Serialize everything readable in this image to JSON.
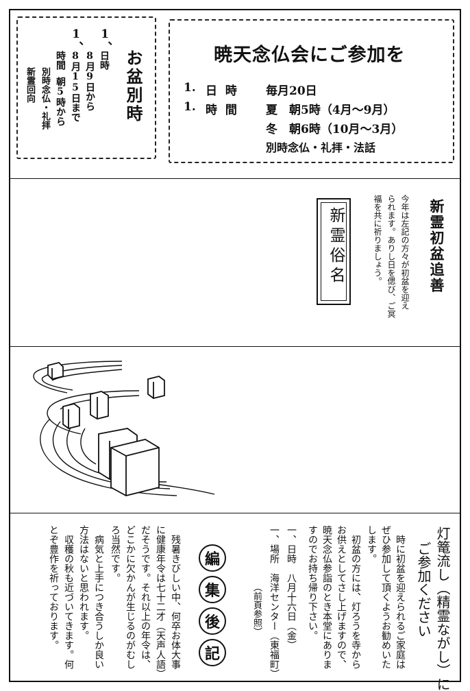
{
  "obon": {
    "title": "お盆別時",
    "item1_marker": "1、",
    "item1_lines": [
      "日時",
      "8月9日から",
      "8月15日まで"
    ],
    "item2_marker": "1、",
    "item2_lines": [
      "時間",
      "朝5時から",
      "別時念仏・礼拝",
      "新霊回向"
    ]
  },
  "gyoten": {
    "title": "暁天念仏会にご参加を",
    "rows": [
      {
        "no": "1.",
        "label": "日 時",
        "text": "毎月20日"
      },
      {
        "no": "1.",
        "label": "時 間",
        "text": "夏　朝5時（4月～9月）"
      },
      {
        "no": "",
        "label": "",
        "text": "冬　朝6時（10月～3月）"
      },
      {
        "no": "",
        "label": "",
        "text": "別時念仏・礼拝・法話"
      }
    ]
  },
  "shinrei": {
    "title": "新霊初盆追善",
    "body": [
      "今年は左記の方々が初盆を迎え",
      "られます。ありし日を偲び、ご冥",
      "福を共に祈りましょう。"
    ],
    "box_label": "新霊俗名"
  },
  "toro": {
    "title_lines": [
      "灯篭流し（精霊ながし）に",
      "ご参加ください"
    ],
    "body": [
      "時に初盆を迎えられるご家庭は",
      "ぜひ参加して頂くようお勧めいた",
      "します。",
      "初盆の方には、灯ろうを寺から",
      "お供えとしてさし上げますので、",
      "暁天念仏参詣のとき本堂にありま",
      "すのでお持ち帰り下さい。",
      "一、日時　八月十六日（金）",
      "一、場所　海洋センター（東福町）",
      "（前頁参照）"
    ]
  },
  "henshu": {
    "label_chars": [
      "編",
      "集",
      "後",
      "記"
    ],
    "body": [
      "残暑きびしい中、何卒お体大事",
      "に健康年令は七十二才（天声人語）",
      "だそうです。それ以上の年令は、",
      "どこかに欠かんが生じるのがむし",
      "ろ当然です。",
      "病気と上手につき合うしか良い",
      "方法はないと思われます。",
      "収穫の秋も近づいてきます。何",
      "とぞ豊作を祈っております。"
    ]
  }
}
